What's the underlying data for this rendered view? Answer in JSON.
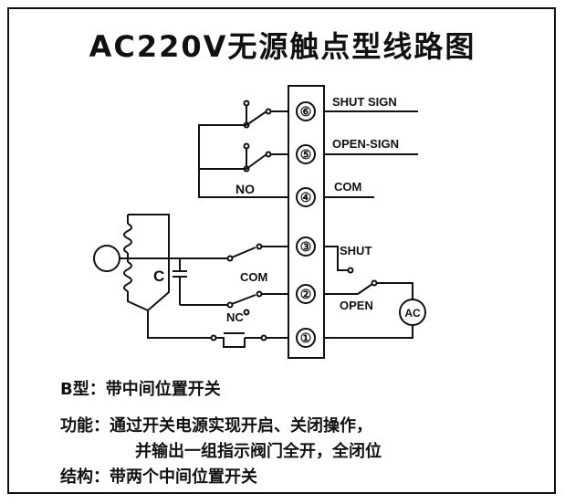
{
  "title": "AC220V无源触点型线路图",
  "terminals": {
    "t6": "⑥",
    "t5": "⑤",
    "t4": "④",
    "t3": "③",
    "t2": "②",
    "t1": "①"
  },
  "labels": {
    "shut_sign": "SHUT SIGN",
    "open_sign": "OPEN-SIGN",
    "com_top": "COM",
    "no": "NO",
    "shut": "SHUT",
    "c": "C",
    "com_mid": "COM",
    "open": "OPEN",
    "nc": "NC",
    "ac": "AC"
  },
  "description": {
    "type_line": "B型：带中间位置开关",
    "function_line1": "功能：通过开关电源实现开启、关闭操作，",
    "function_line2": "并输出一组指示阀门全开，全闭位",
    "structure_line": "结构：带两个中间位置开关"
  }
}
